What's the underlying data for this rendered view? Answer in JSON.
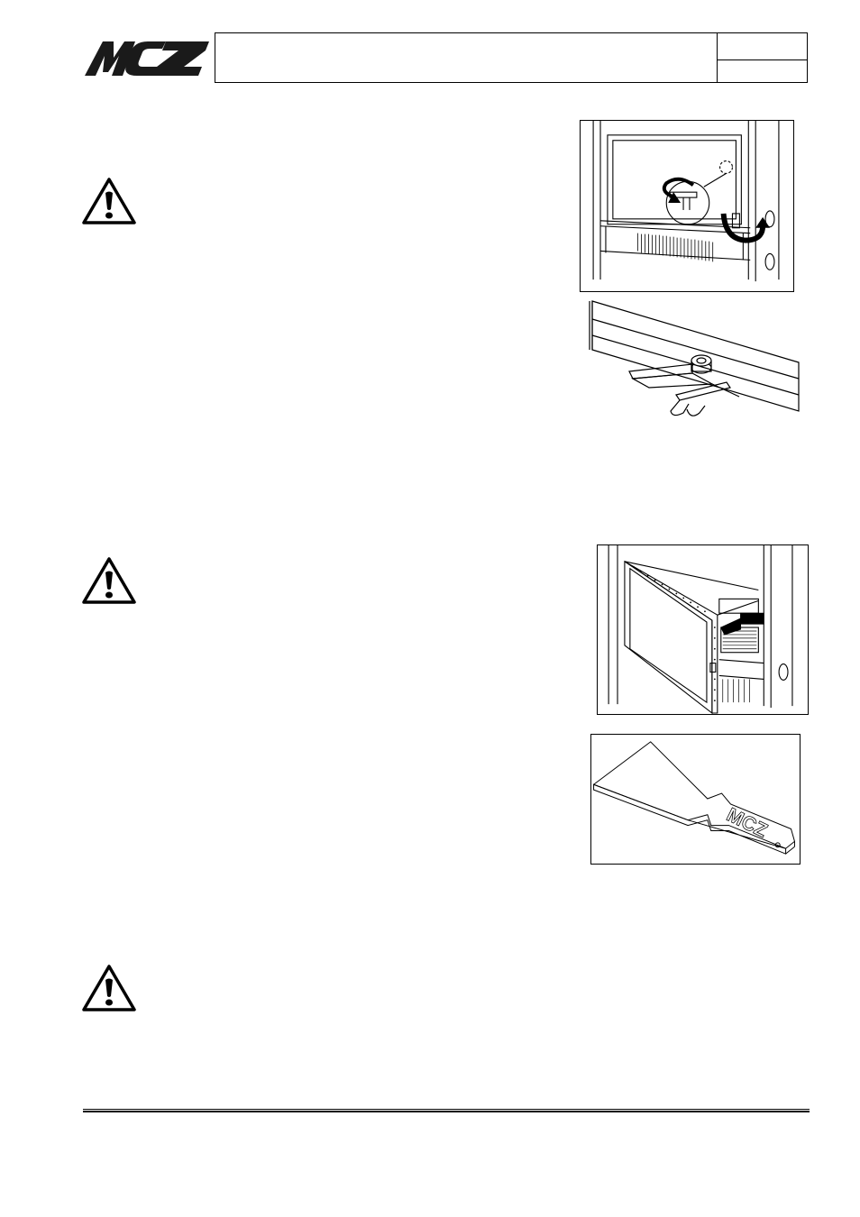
{
  "brand": {
    "logo_text": "MCZ"
  },
  "header": {
    "title": "",
    "cell_top": "",
    "cell_bottom": ""
  },
  "warnings": [
    {
      "icon": "warning-triangle-icon"
    },
    {
      "icon": "warning-triangle-icon"
    },
    {
      "icon": "warning-triangle-icon"
    }
  ],
  "figures": [
    {
      "name": "fireplace-door-unlock-figure"
    },
    {
      "name": "door-latch-detail-figure"
    },
    {
      "name": "fireplace-door-open-figure"
    },
    {
      "name": "mcz-scraper-tool-figure",
      "engraving": "MCZ"
    }
  ],
  "colors": {
    "line": "#000000",
    "background": "#ffffff"
  }
}
